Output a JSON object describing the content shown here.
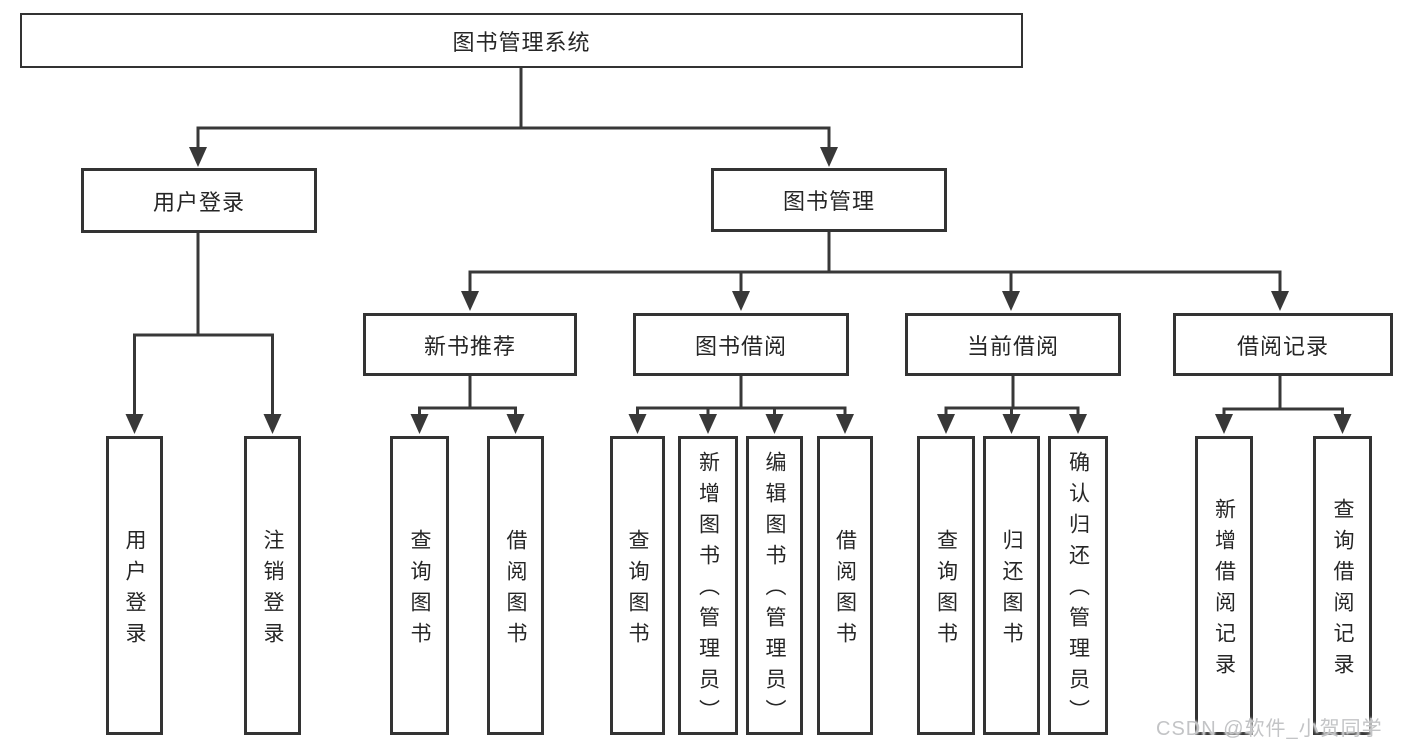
{
  "colors": {
    "line": "#383838",
    "border": "#333333",
    "text": "#262626",
    "background": "#ffffff",
    "watermark_text_color": "#c3c4c6"
  },
  "tree": {
    "root": {
      "label": "图书管理系统"
    },
    "level1": [
      {
        "label": "用户登录"
      },
      {
        "label": "图书管理"
      }
    ],
    "level2": [
      {
        "label": "新书推荐"
      },
      {
        "label": "图书借阅"
      },
      {
        "label": "当前借阅"
      },
      {
        "label": "借阅记录"
      }
    ],
    "leaves": [
      {
        "label": "用户登录"
      },
      {
        "label": "注销登录"
      },
      {
        "label": "查询图书"
      },
      {
        "label": "借阅图书"
      },
      {
        "label": "查询图书"
      },
      {
        "label": "新增图书（管理员）"
      },
      {
        "label": "编辑图书（管理员）"
      },
      {
        "label": "借阅图书"
      },
      {
        "label": "查询图书"
      },
      {
        "label": "归还图书"
      },
      {
        "label": "确认归还（管理员）"
      },
      {
        "label": "新增借阅记录"
      },
      {
        "label": "查询借阅记录"
      }
    ]
  },
  "watermark": "CSDN @软件_小贺同学"
}
